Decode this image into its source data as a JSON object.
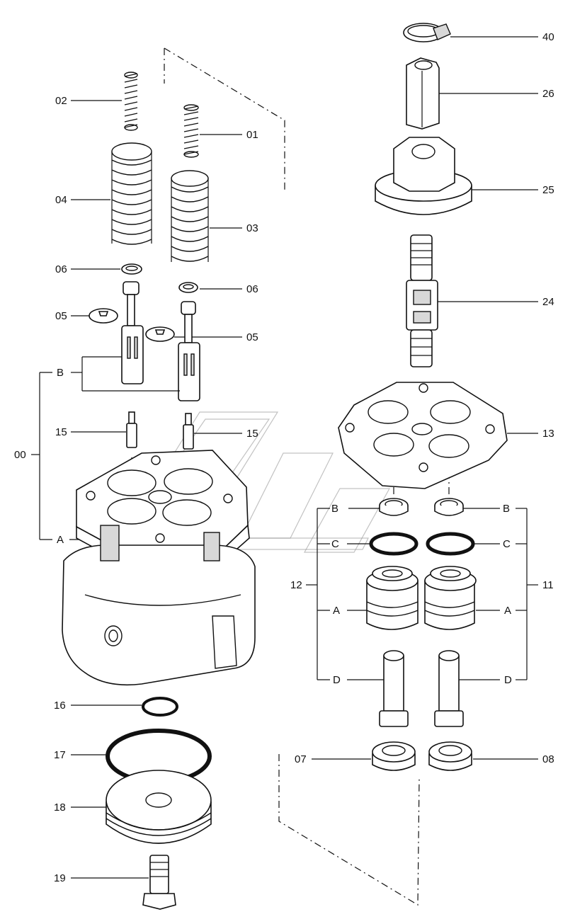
{
  "labels": {
    "p40": "40",
    "p26": "26",
    "p25": "25",
    "p24": "24",
    "p13": "13",
    "p02": "02",
    "p01": "01",
    "p04": "04",
    "p03": "03",
    "p06a": "06",
    "p06b": "06",
    "p05a": "05",
    "p05b": "05",
    "sB_left": "B",
    "sA_left": "A",
    "p00": "00",
    "p15a": "15",
    "p15b": "15",
    "sB_r1": "B",
    "sB_r2": "B",
    "sC_r1": "C",
    "sC_r2": "C",
    "p12": "12",
    "p11": "11",
    "sA_r1": "A",
    "sA_r2": "A",
    "sD_r1": "D",
    "sD_r2": "D",
    "p16": "16",
    "p17": "17",
    "p18": "18",
    "p19": "19",
    "p07": "07",
    "p08": "08"
  }
}
